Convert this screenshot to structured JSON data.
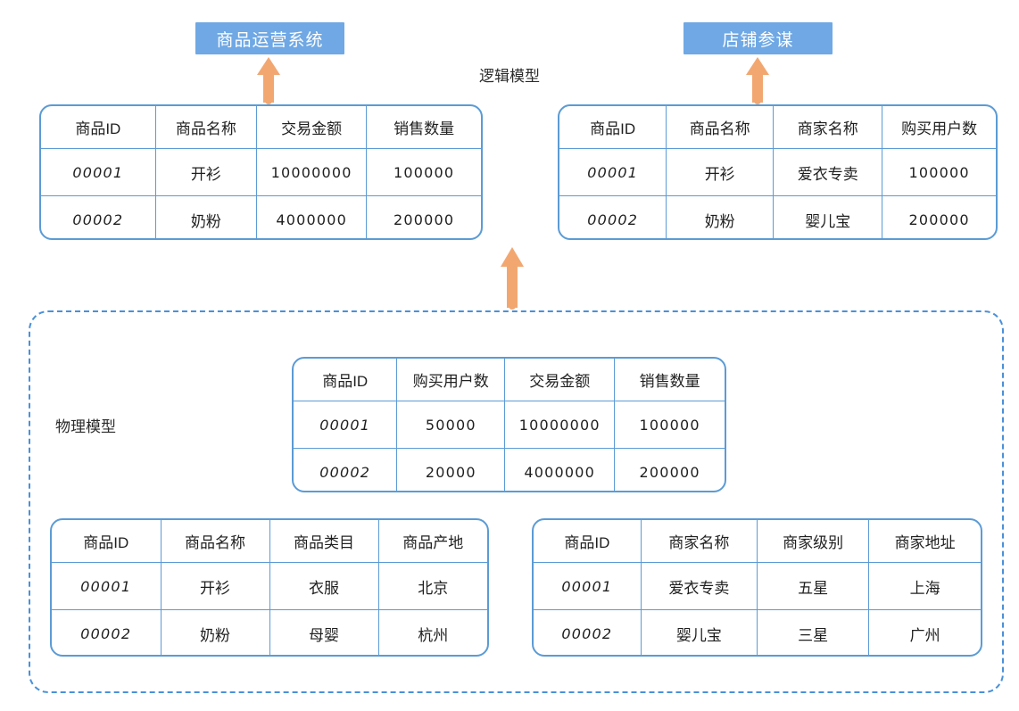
{
  "diagram": {
    "title_logical": "逻辑模型",
    "title_physical": "物理模型",
    "colors": {
      "badge_bg": "#6FA8E4",
      "badge_text": "#FFFFFF",
      "table_border": "#5B9BD5",
      "dashed_border": "#4A90D9",
      "arrow": "#F2A771"
    }
  },
  "systems": [
    {
      "label": "商品运营系统"
    },
    {
      "label": "店铺参谋"
    }
  ],
  "arrows": [
    {
      "name": "arrow-to-product-ops-system"
    },
    {
      "name": "arrow-to-shop-advisor"
    },
    {
      "name": "arrow-physical-to-logical"
    }
  ],
  "logical_tables": [
    {
      "name": "logical-table-sales",
      "headers": [
        "商品ID",
        "商品名称",
        "交易金额",
        "销售数量"
      ],
      "rows": [
        [
          "00001",
          "开衫",
          "10000000",
          "100000"
        ],
        [
          "00002",
          "奶粉",
          "4000000",
          "200000"
        ]
      ]
    },
    {
      "name": "logical-table-merchant",
      "headers": [
        "商品ID",
        "商品名称",
        "商家名称",
        "购买用户数"
      ],
      "rows": [
        [
          "00001",
          "开衫",
          "爱衣专卖",
          "100000"
        ],
        [
          "00002",
          "奶粉",
          "婴儿宝",
          "200000"
        ]
      ]
    }
  ],
  "physical_tables": [
    {
      "name": "physical-table-metrics",
      "headers": [
        "商品ID",
        "购买用户数",
        "交易金额",
        "销售数量"
      ],
      "rows": [
        [
          "00001",
          "50000",
          "10000000",
          "100000"
        ],
        [
          "00002",
          "20000",
          "4000000",
          "200000"
        ]
      ]
    },
    {
      "name": "physical-table-product",
      "headers": [
        "商品ID",
        "商品名称",
        "商品类目",
        "商品产地"
      ],
      "rows": [
        [
          "00001",
          "开衫",
          "衣服",
          "北京"
        ],
        [
          "00002",
          "奶粉",
          "母婴",
          "杭州"
        ]
      ]
    },
    {
      "name": "physical-table-merchant",
      "headers": [
        "商品ID",
        "商家名称",
        "商家级别",
        "商家地址"
      ],
      "rows": [
        [
          "00001",
          "爱衣专卖",
          "五星",
          "上海"
        ],
        [
          "00002",
          "婴儿宝",
          "三星",
          "广州"
        ]
      ]
    }
  ]
}
